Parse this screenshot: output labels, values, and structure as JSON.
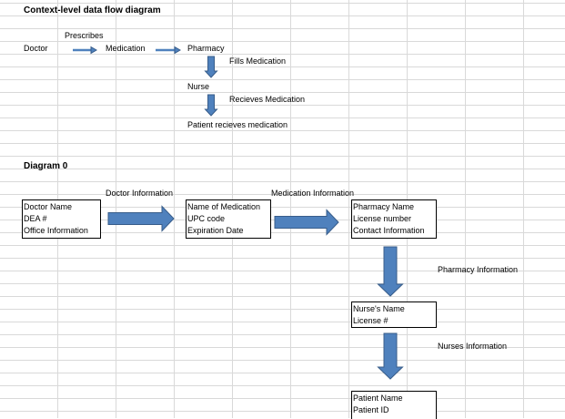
{
  "context": {
    "title": "Context-level data flow diagram",
    "prescribes": "Prescribes",
    "doctor": "Doctor",
    "medication": "Medication",
    "pharmacy": "Pharmacy",
    "fills_medication": "Fills Medication",
    "nurse": "Nurse",
    "recieves_medication": "Recieves Medication",
    "patient_recieves": "Patient recieves medication"
  },
  "diagram0": {
    "title": "Diagram 0",
    "doctor_information": "Doctor Information",
    "medication_information": "Medication Information",
    "pharmacy_information": "Pharmacy Information",
    "nurses_information": "Nurses Information",
    "doctor_box": [
      "Doctor Name",
      "DEA #",
      "Office Information"
    ],
    "medication_box": [
      "Name of Medication",
      "UPC code",
      "Expiration Date"
    ],
    "pharmacy_box": [
      "Pharmacy Name",
      "License number",
      "Contact Information"
    ],
    "nurse_box": [
      "Nurse's Name",
      "License #"
    ],
    "patient_box": [
      "Patient Name",
      "Patient ID"
    ]
  },
  "colors": {
    "arrow_fill": "#4f81bd",
    "arrow_stroke": "#385d8a",
    "gridline": "#d9d9d9"
  }
}
